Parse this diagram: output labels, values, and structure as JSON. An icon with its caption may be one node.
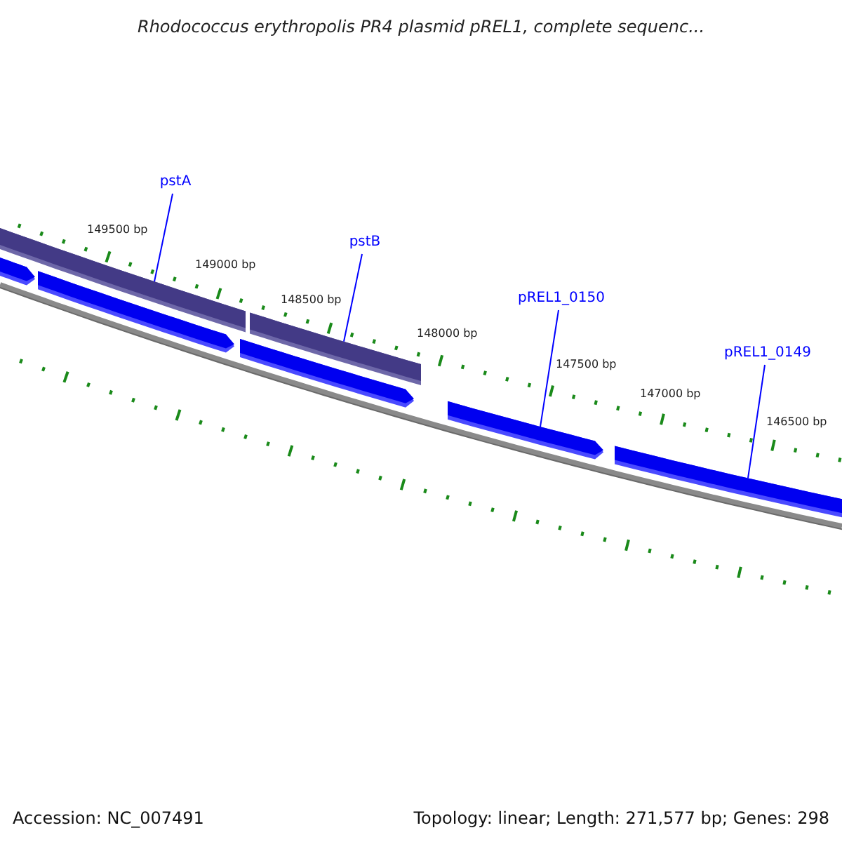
{
  "diagram": {
    "title": "Rhodococcus erythropolis PR4 plasmid pREL1, complete sequenc...",
    "nodes": [
      {
        "text": [
          "pstA"
        ]
      },
      {
        "text": [
          "pstB"
        ]
      },
      {
        "text": [
          "pREL1_0150"
        ]
      },
      {
        "text": [
          "pREL1_0149"
        ]
      },
      {
        "text": [],
        "shape": "bar"
      },
      {
        "text": [],
        "shape": "bar"
      },
      {
        "text": [],
        "shape": "arrow"
      },
      {
        "text": [],
        "shape": "arrow"
      },
      {
        "text": [],
        "shape": "arrow"
      },
      {
        "text": [],
        "shape": "arrow"
      },
      {
        "text": [],
        "shape": "arrow"
      }
    ],
    "edges": [
      {
        "from": 0,
        "to": 4,
        "arrow": "none"
      },
      {
        "from": 1,
        "to": 5,
        "arrow": "none"
      },
      {
        "from": 2,
        "to": 9,
        "arrow": "none"
      },
      {
        "from": 3,
        "to": 10,
        "arrow": "none"
      }
    ],
    "labels": [
      "149500 bp",
      "149000 bp",
      "148500 bp",
      "148000 bp",
      "147500 bp",
      "147000 bp",
      "146500 bp",
      "Accession: NC_007491",
      "Topology: linear; Length: 271,577 bp; Genes: 298"
    ]
  }
}
